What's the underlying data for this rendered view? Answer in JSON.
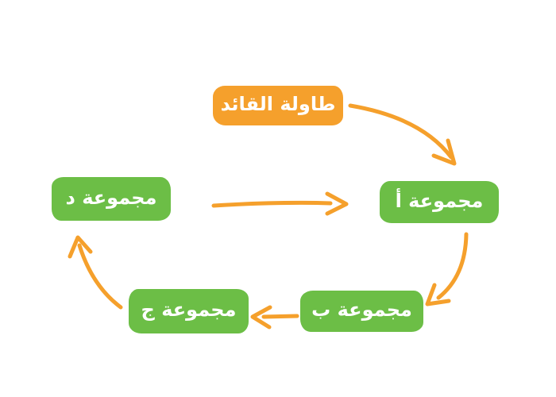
{
  "diagram": {
    "type": "cycle",
    "colors": {
      "background": "#ffffff",
      "leader_node": "#F5A02C",
      "group_node": "#6CBE46",
      "arrow": "#F5A02C",
      "label_text": "#ffffff"
    },
    "nodes": [
      {
        "id": "leader-table",
        "label": "طاولة القائد",
        "role": "leader"
      },
      {
        "id": "group-a",
        "label": "مجموعة أ",
        "role": "group"
      },
      {
        "id": "group-b",
        "label": "مجموعة ب",
        "role": "group"
      },
      {
        "id": "group-c",
        "label": "مجموعة ج",
        "role": "group"
      },
      {
        "id": "group-d",
        "label": "مجموعة د",
        "role": "group"
      }
    ],
    "edges": [
      {
        "from": "طاولة القائد",
        "to": "مجموعة أ",
        "shape": "curved"
      },
      {
        "from": "مجموعة أ",
        "to": "مجموعة ب",
        "shape": "curved"
      },
      {
        "from": "مجموعة ب",
        "to": "مجموعة ج",
        "shape": "straight"
      },
      {
        "from": "مجموعة ج",
        "to": "مجموعة د",
        "shape": "curved"
      },
      {
        "from": "مجموعة د",
        "to": "مجموعة أ",
        "shape": "straight"
      }
    ]
  }
}
